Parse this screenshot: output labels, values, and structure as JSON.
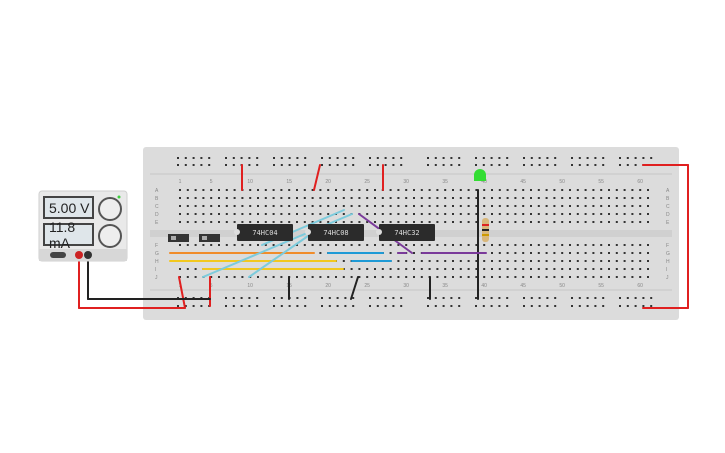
{
  "power_supply": {
    "voltage": "5.00 V",
    "current": "11.8 mA",
    "power_indicator_color": "#3ecf3e"
  },
  "breadboard": {
    "row_letters_top": [
      "A",
      "B",
      "C",
      "D",
      "E"
    ],
    "row_letters_bottom": [
      "F",
      "G",
      "H",
      "I",
      "J"
    ],
    "column_labels": [
      "1",
      "5",
      "10",
      "15",
      "20",
      "25",
      "30",
      "35",
      "40",
      "45",
      "50",
      "55",
      "60"
    ]
  },
  "chips": [
    {
      "label": "74HC04"
    },
    {
      "label": "74HC08"
    },
    {
      "label": "74HC32"
    }
  ],
  "components": {
    "led_color": "#33dd33",
    "resistor_bands": [
      "#d22",
      "#d22",
      "#222",
      "#c90"
    ]
  },
  "wire_colors": {
    "red": "#e02020",
    "black": "#222222",
    "orange": "#f08c2a",
    "yellow": "#f2c81e",
    "blue": "#1e9ad6",
    "cyan": "#7ccbdc",
    "purple": "#7a3a9a"
  }
}
